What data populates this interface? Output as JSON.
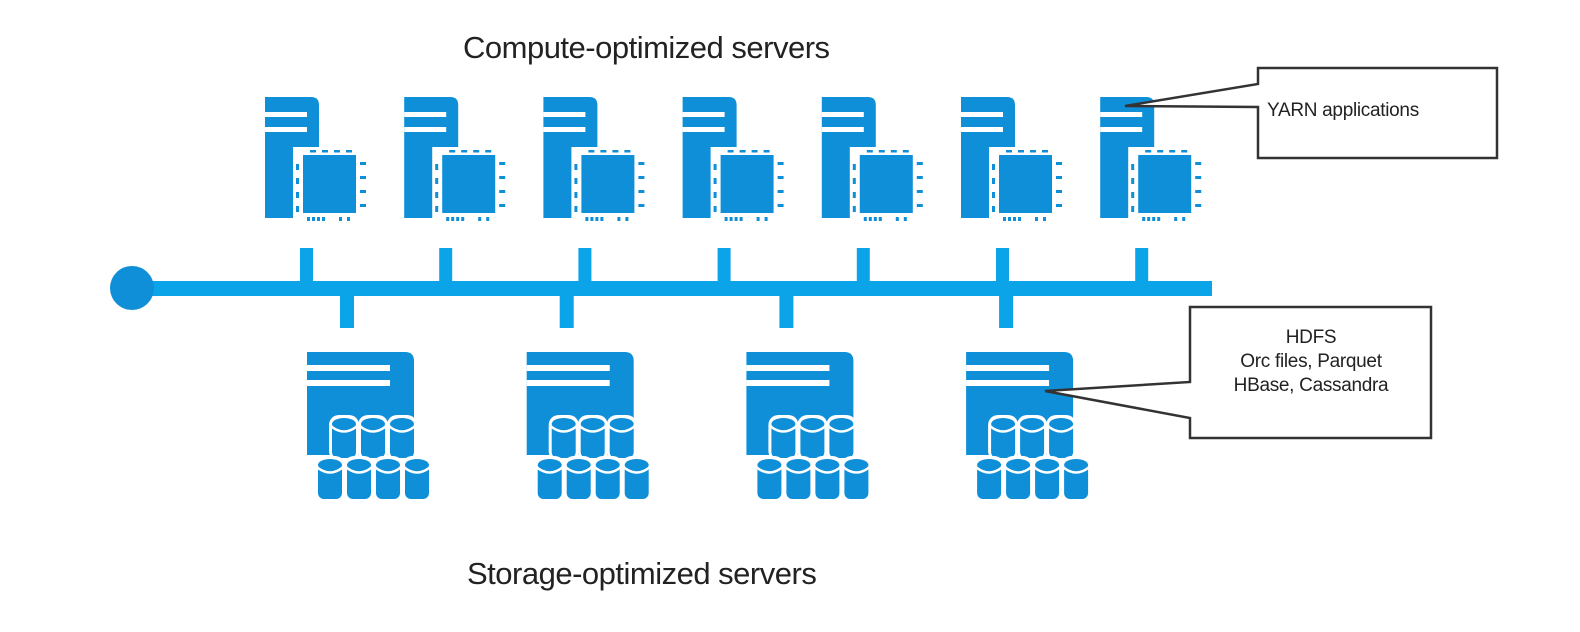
{
  "titles": {
    "top": "Compute-optimized servers",
    "bottom": "Storage-optimized  servers"
  },
  "callouts": {
    "yarn": {
      "lines": [
        "YARN applications"
      ]
    },
    "hdfs": {
      "lines": [
        "HDFS",
        "Orc files, Parquet",
        "HBase, Cassandra"
      ]
    }
  },
  "diagram": {
    "compute_server_count": 7,
    "storage_server_count": 4,
    "compute_icon": "server-with-cpu-chip-icon",
    "storage_icon": "server-with-disk-stack-icon",
    "network": "network-bus-line",
    "colors": {
      "accent": "#0F8FD8",
      "bus": "#0CA4E8",
      "text": "#222222",
      "callout_border": "#333333",
      "background": "#FFFFFF"
    }
  }
}
